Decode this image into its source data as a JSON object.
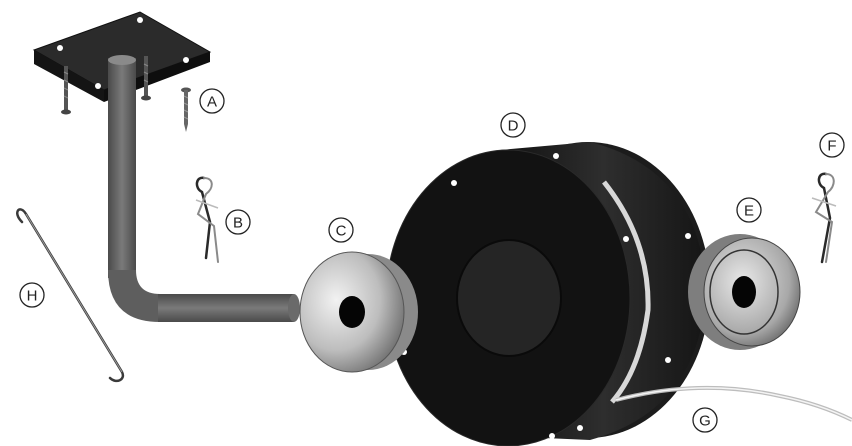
{
  "labels": {
    "A": "A",
    "B": "B",
    "C": "C",
    "D": "D",
    "E": "E",
    "F": "F",
    "G": "G",
    "H": "H"
  },
  "colors": {
    "dark": "#1f1f1f",
    "plate": "#2a2a2a",
    "arm": "#5a5a5a",
    "hub_light": "#d9d9d9",
    "hub_mid": "#9a9a9a",
    "hose": "#cfcfcf"
  }
}
